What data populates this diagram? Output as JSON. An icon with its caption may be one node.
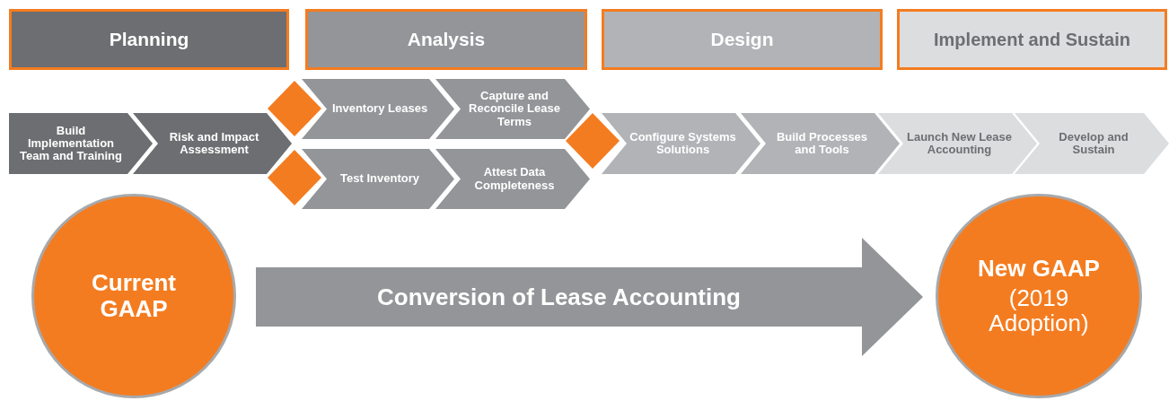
{
  "diagram": {
    "nodes": [
      {
        "text": [
          "Planning"
        ]
      },
      {
        "text": [
          "Analysis"
        ]
      },
      {
        "text": [
          "Design"
        ]
      },
      {
        "text": [
          "Implement and Sustain"
        ]
      },
      {
        "text": [
          "Build Implementation Team and Training"
        ]
      },
      {
        "text": [
          "Risk and Impact Assessment"
        ]
      },
      {
        "text": [],
        "shape": "diamond"
      },
      {
        "text": [
          "Inventory Leases"
        ]
      },
      {
        "text": [
          "Capture and Reconcile Lease Terms"
        ]
      },
      {
        "text": [],
        "shape": "diamond"
      },
      {
        "text": [
          "Test Inventory"
        ]
      },
      {
        "text": [
          "Attest Data Completeness"
        ]
      },
      {
        "text": [],
        "shape": "diamond"
      },
      {
        "text": [
          "Configure Systems Solutions"
        ]
      },
      {
        "text": [
          "Build Processes and Tools"
        ]
      },
      {
        "text": [
          "Launch New Lease Accounting"
        ]
      },
      {
        "text": [
          "Develop and Sustain"
        ]
      },
      {
        "text": [
          "Current GAAP"
        ]
      },
      {
        "text": [
          "New GAAP",
          "(2019 Adoption)"
        ]
      }
    ],
    "edges": [
      {
        "from": 17,
        "to": 18,
        "arrow": "to",
        "label": "Conversion of Lease Accounting",
        "style": "thick"
      }
    ]
  }
}
